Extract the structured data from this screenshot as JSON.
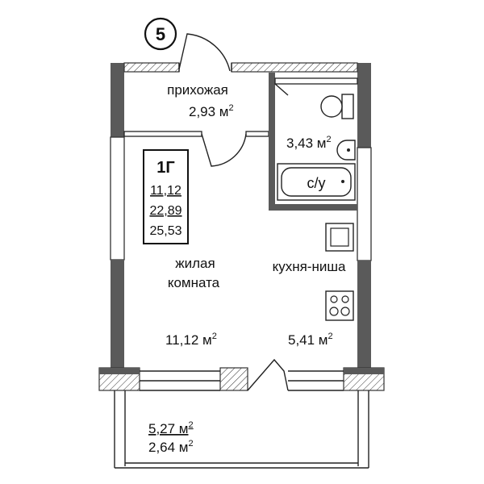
{
  "apartment": {
    "number": "5",
    "type": "1Г",
    "areas": [
      "11,12",
      "22,89",
      "25,53"
    ]
  },
  "rooms": {
    "hallway": {
      "name": "прихожая",
      "area": "2,93 м",
      "unit_sup": "2"
    },
    "bathroom": {
      "area": "3,43 м",
      "unit_sup": "2",
      "label": "с/у"
    },
    "living": {
      "name_line1": "жилая",
      "name_line2": "комната",
      "area": "11,12 м",
      "unit_sup": "2"
    },
    "kitchen": {
      "name": "кухня-ниша",
      "area": "5,41 м",
      "unit_sup": "2"
    },
    "balcony": {
      "area1": "5,27 м",
      "area2": "2,64 м",
      "unit_sup": "2"
    }
  },
  "colors": {
    "wall": "#5a5a5a",
    "line": "#222222",
    "background": "#ffffff"
  }
}
